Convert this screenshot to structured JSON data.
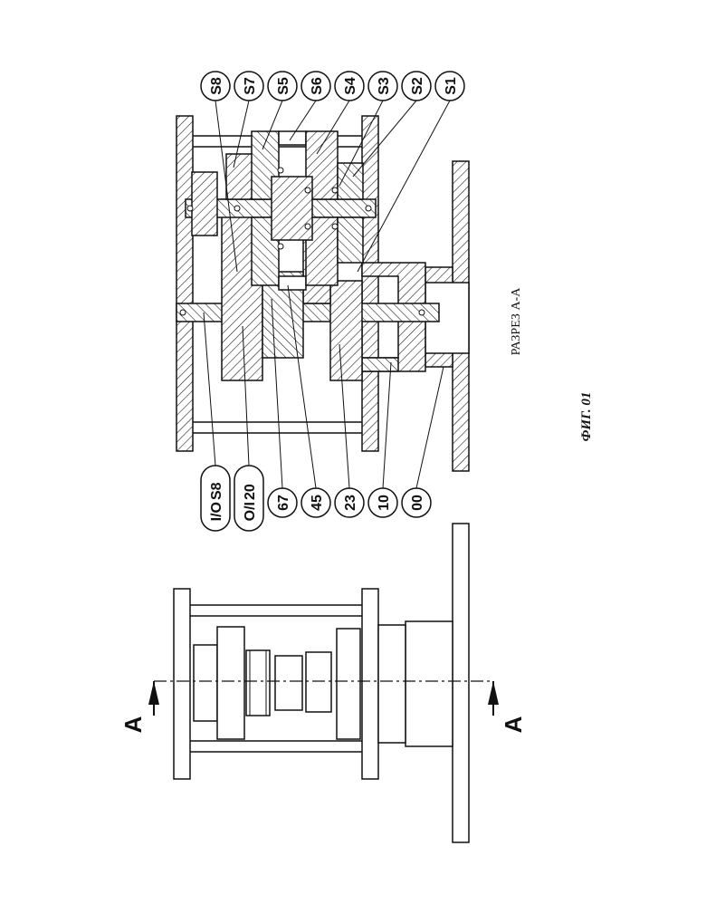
{
  "drawing": {
    "callouts_top": [
      "S8",
      "S7",
      "S5",
      "S6",
      "S4",
      "S3",
      "S2",
      "S1"
    ],
    "callouts_bottom": [
      "I/O",
      "S8",
      "O/I",
      "20",
      "67",
      "45",
      "23",
      "10",
      "00"
    ],
    "section_caption": "РАЗРЕЗ А-А",
    "figure_caption": "ФИГ. 01",
    "section_marker": "A"
  }
}
